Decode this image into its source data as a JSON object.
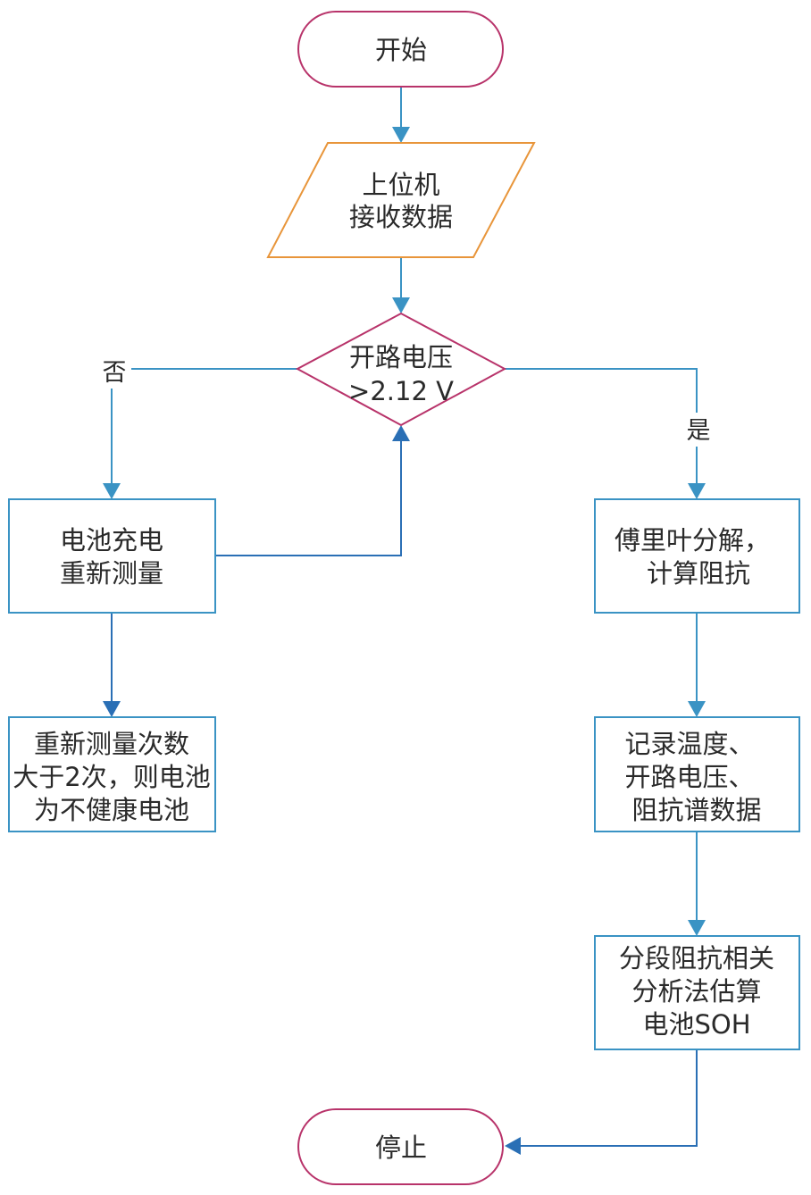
{
  "diagram": {
    "type": "flowchart",
    "colors": {
      "terminal_border": "#b8336a",
      "io_border": "#e8953a",
      "decision_border": "#b8336a",
      "process_border": "#3a93c4",
      "edge": "#3a93c4",
      "edge_dark": "#2a6fb5",
      "text": "#2a2a2a"
    },
    "nodes": {
      "start": {
        "shape": "terminal",
        "lines": [
          "开始"
        ]
      },
      "receive": {
        "shape": "parallelogram",
        "lines": [
          "上位机",
          "接收数据"
        ]
      },
      "decision": {
        "shape": "diamond",
        "lines": [
          "开路电压",
          ">2.12 V"
        ]
      },
      "recharge": {
        "shape": "rectangle",
        "lines": [
          "电池充电",
          "重新测量"
        ]
      },
      "unhealthy": {
        "shape": "rectangle",
        "lines": [
          "重新测量次数",
          "大于2次，则电池",
          "为不健康电池"
        ]
      },
      "fourier": {
        "shape": "rectangle",
        "lines": [
          "傅里叶分解，",
          "计算阻抗"
        ]
      },
      "record": {
        "shape": "rectangle",
        "lines": [
          "记录温度、",
          "开路电压、",
          "阻抗谱数据"
        ]
      },
      "estimate": {
        "shape": "rectangle",
        "lines": [
          "分段阻抗相关",
          "分析法估算",
          "电池SOH"
        ]
      },
      "stop": {
        "shape": "terminal",
        "lines": [
          "停止"
        ]
      }
    },
    "edges": [
      {
        "from": "start",
        "to": "receive",
        "label": ""
      },
      {
        "from": "receive",
        "to": "decision",
        "label": ""
      },
      {
        "from": "decision",
        "to": "recharge",
        "label": "否"
      },
      {
        "from": "decision",
        "to": "fourier",
        "label": "是"
      },
      {
        "from": "recharge",
        "to": "decision",
        "label": ""
      },
      {
        "from": "recharge",
        "to": "unhealthy",
        "label": ""
      },
      {
        "from": "fourier",
        "to": "record",
        "label": ""
      },
      {
        "from": "record",
        "to": "estimate",
        "label": ""
      },
      {
        "from": "estimate",
        "to": "stop",
        "label": ""
      }
    ]
  }
}
